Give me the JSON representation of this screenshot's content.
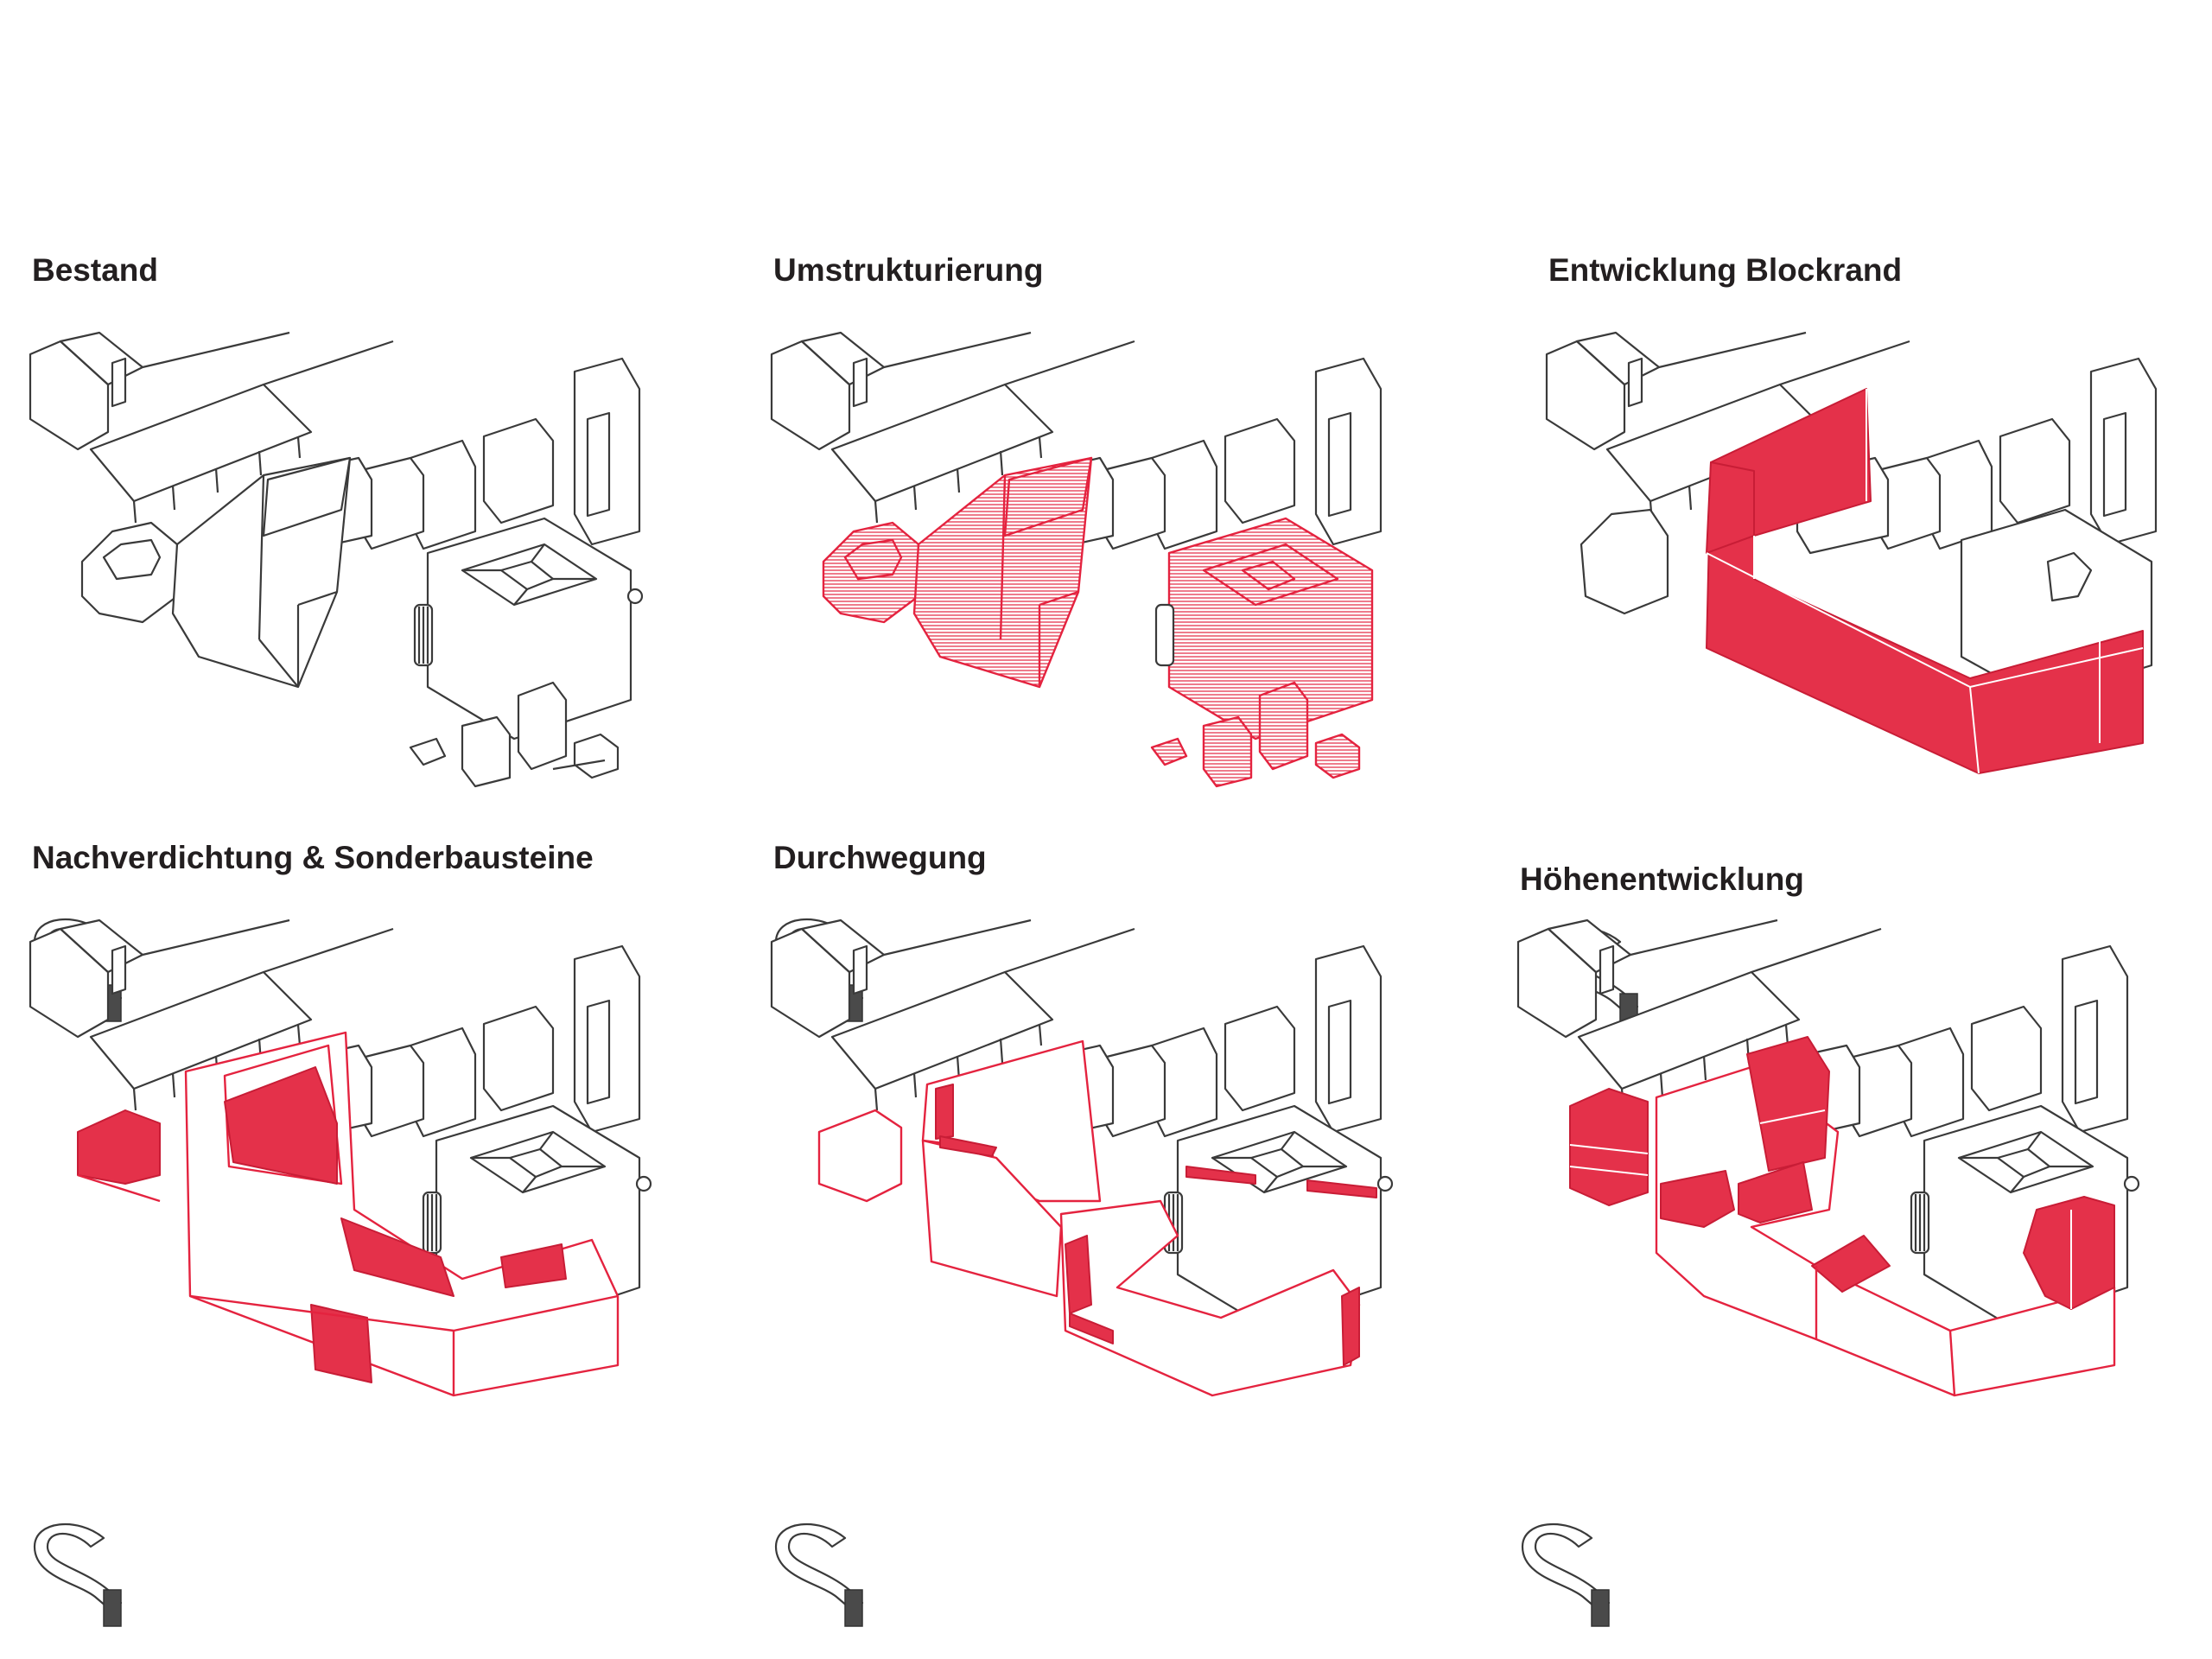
{
  "panels": [
    {
      "title": "Bestand"
    },
    {
      "title": "Umstrukturierung"
    },
    {
      "title": "Entwicklung Blockrand"
    },
    {
      "title": "Nachverdichtung & Sonderbausteine"
    },
    {
      "title": "Durchwegung"
    },
    {
      "title": "Höhenentwicklung"
    }
  ],
  "colors": {
    "line": "#3a3a3a",
    "accent": "#e4233f",
    "accent_fill": "#e4314a",
    "background": "#ffffff"
  }
}
